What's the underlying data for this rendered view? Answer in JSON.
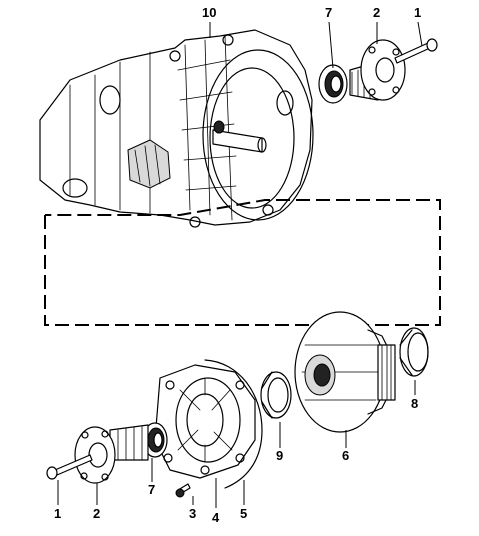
{
  "callouts": {
    "c10_top": "10",
    "c7_top": "7",
    "c2_top": "2",
    "c1_top": "1",
    "c8": "8",
    "c9": "9",
    "c6": "6",
    "c1_bottom": "1",
    "c2_bottom": "2",
    "c7_bottom": "7",
    "c3": "3",
    "c4": "4",
    "c5": "5"
  }
}
